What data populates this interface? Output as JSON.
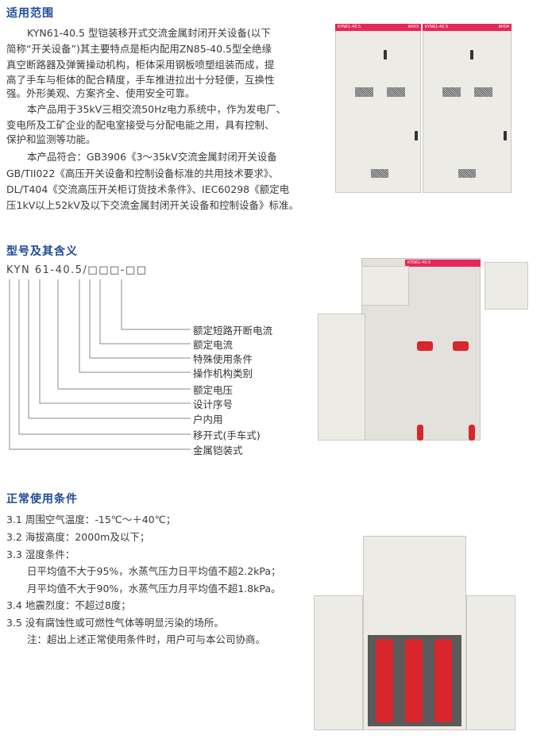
{
  "section1": {
    "title": "适用范围",
    "lines": [
      "KYN61-40.5 型铠装移开式交流金属封闭开关设备(以下",
      "简称“开关设备”)其主要特点是柜内配用ZN85-40.5型全绝缘",
      "真空断路器及弹簧操动机构，柜体采用钢板喷塑组装而成，提",
      "高了手车与柜体的配合精度，手车推进拉出十分轻便，互换性",
      "强。外形美观、方案齐全、使用安全可靠。",
      "本产品用于35kV三相交流50Hz电力系统中，作为发电厂、",
      "变电所及工矿企业的配电室接受与分配电能之用，具有控制、",
      "保护和监测等功能。",
      "本产品符合：GB3906《3～35kV交流金属封闭开关设备",
      "GB/TII022《高压开关设备和控制设备标准的共用技术要求》、",
      "DL/T404《交流高压开关柜订货技术条件》、IEC60298《额定电",
      "压1kV以上52kV及以下交流金属封闭开关设备和控制设备》标准。"
    ]
  },
  "section2": {
    "title": "型号及其含义",
    "model": "KYN 61-40.5/□□□-□□",
    "labels": [
      "额定短路开断电流",
      "额定电流",
      "特殊使用条件",
      "操作机构类别",
      "额定电压",
      "设计序号",
      "户内用",
      "移开式(手车式)",
      "金属铠装式"
    ]
  },
  "section3": {
    "title": "正常使用条件",
    "lines": [
      "3.1 周围空气温度：-15℃～＋40℃；",
      "3.2 海拔高度：2000m及以下；",
      "3.3 湿度条件：",
      "日平均值不大于95%，水蒸气压力日平均值不超2.2kPa；",
      "月平均值不大于90%，水蒸气压力月平均值不超1.8kPa。",
      "3.4 地震烈度：不超过8度；",
      "3.5 没有腐蚀性或可燃性气体等明显污染的场所。",
      "注：超出上述正常使用条件时，用户可与本公司协商。"
    ]
  },
  "photos": {
    "top_panel_labels": [
      "KYN61-40.5",
      "AH03",
      "KYN61-40.5",
      "AH04"
    ],
    "mid_panel_label": "KYN61-40.5"
  },
  "colors": {
    "heading": "#1f4a96",
    "panel_bar": "#e5275a"
  }
}
